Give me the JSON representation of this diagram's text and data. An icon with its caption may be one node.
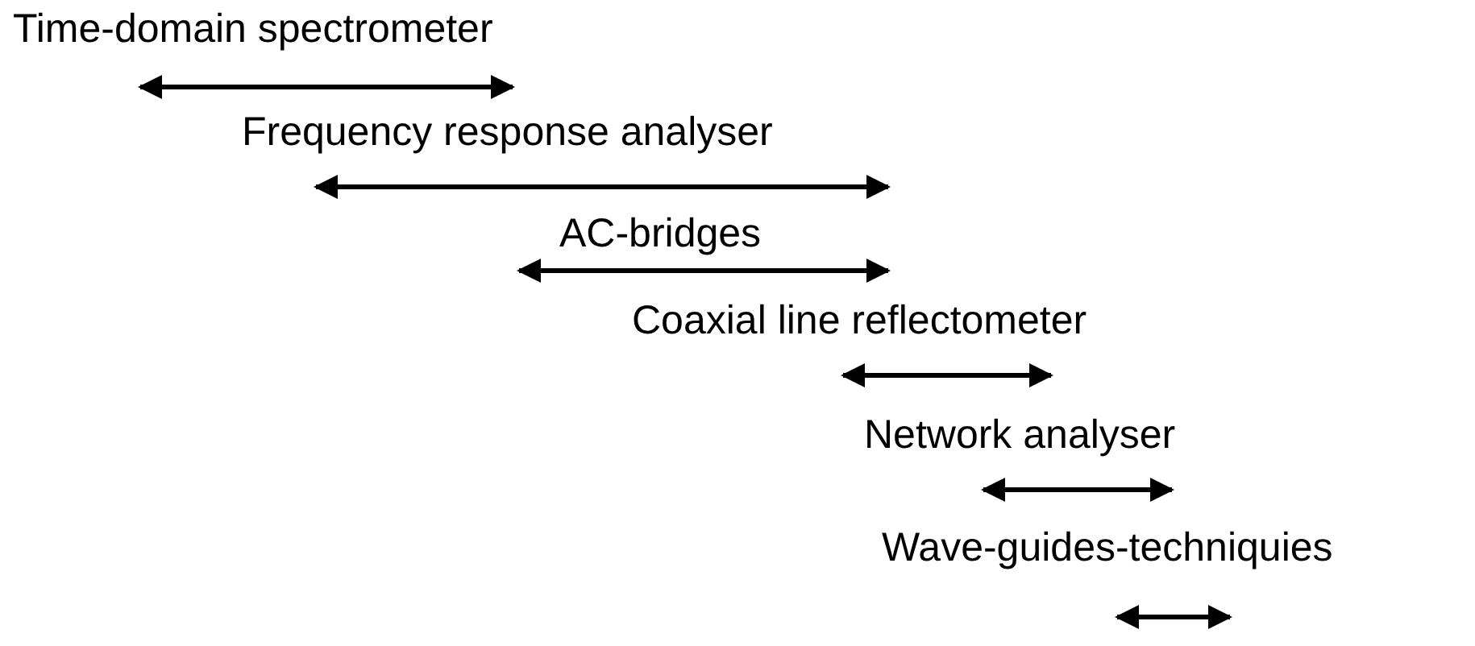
{
  "diagram": {
    "labels": [
      "Time-domain spectrometer",
      "Frequency response analyser",
      "AC-bridges",
      "Coaxial line reflectometer",
      "Network analyser",
      "Wave-guides-techniquies"
    ]
  }
}
